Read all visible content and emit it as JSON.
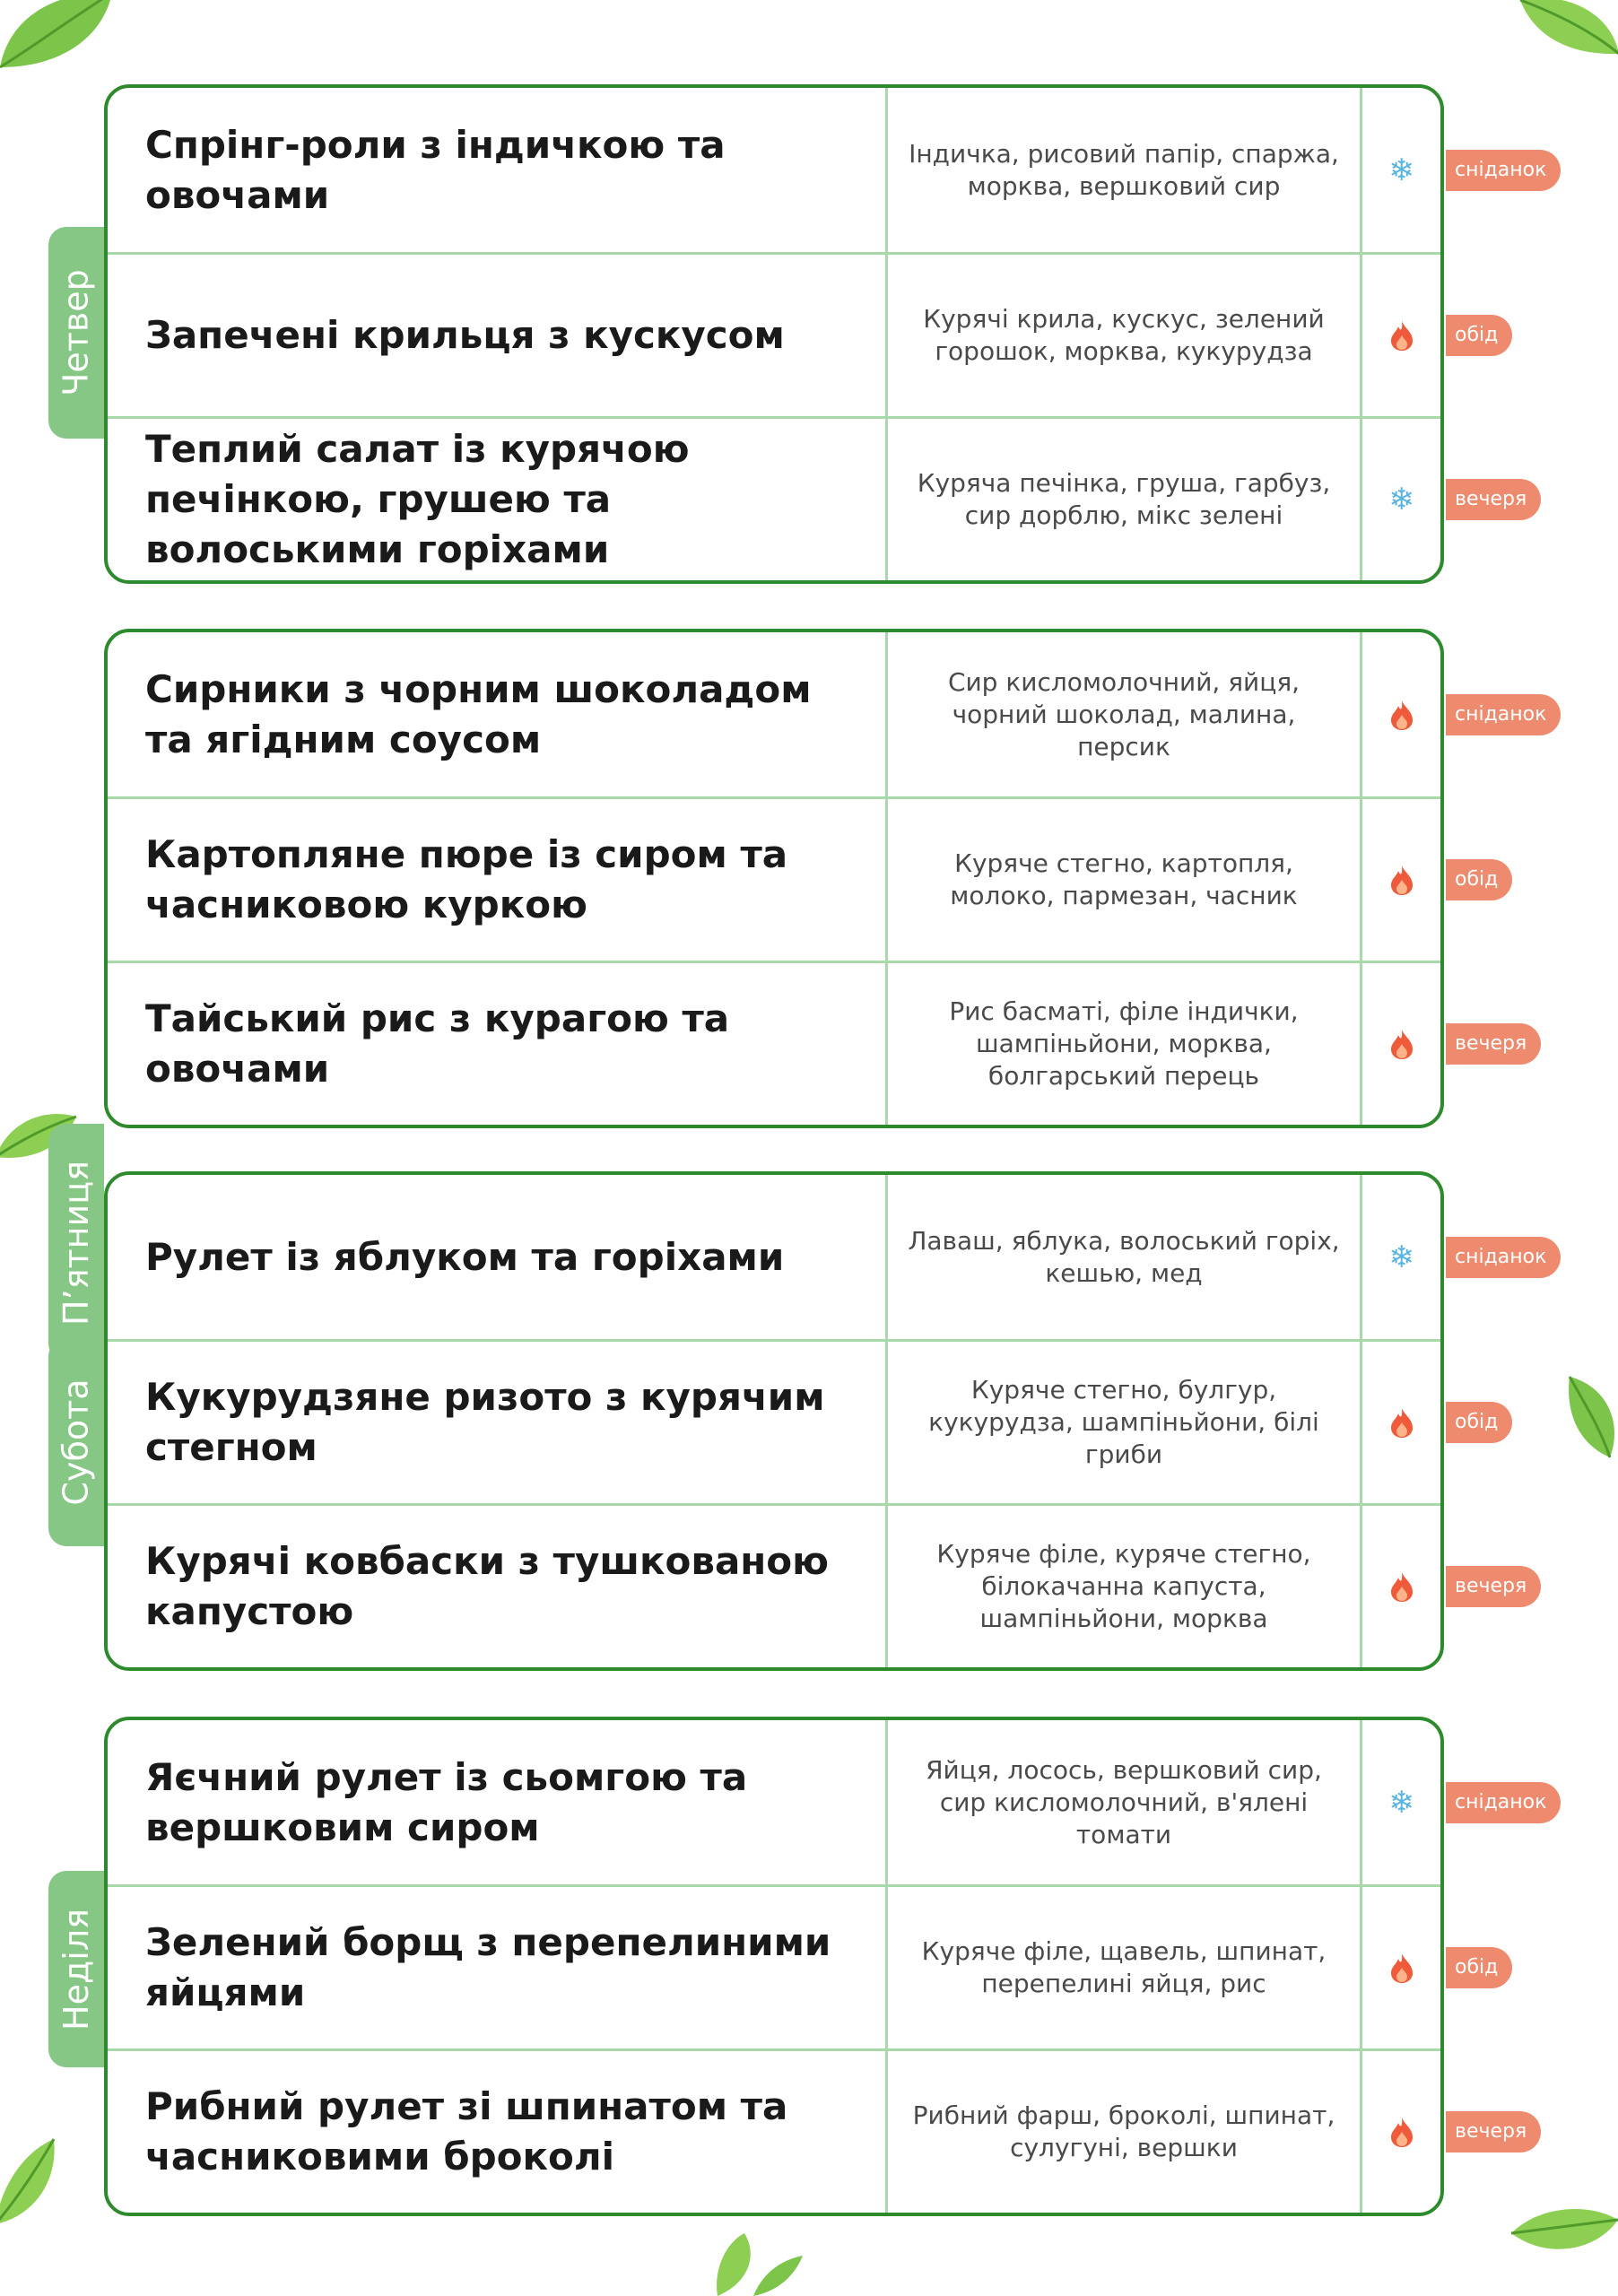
{
  "days": [
    {
      "name": "Четвер",
      "meals": [
        {
          "dish": "Спрінг-роли з індичкою та овочами",
          "ingredients": "Індичка, рисовий папір, спаржа, морква, вершковий сир",
          "icon": "snowflake-icon",
          "meal_type": "сніданок"
        },
        {
          "dish": "Запечені крильця з кускусом",
          "ingredients": "Курячі крила, кускус, зелений горошок, морква, кукурудза",
          "icon": "fire-icon",
          "meal_type": "обід"
        },
        {
          "dish": "Теплий салат із курячою печінкою, грушею та волоськими горіхами",
          "ingredients": "Куряча печінка, груша, гарбуз, сир дорблю, мікс зелені",
          "icon": "snowflake-icon",
          "meal_type": "вечеря"
        }
      ]
    },
    {
      "name": "П’ятниця",
      "meals": [
        {
          "dish": "Сирники з чорним шоколадом та ягідним соусом",
          "ingredients": "Сир кисломолочний, яйця, чорний шоколад, малина, персик",
          "icon": "fire-icon",
          "meal_type": "сніданок"
        },
        {
          "dish": "Картопляне пюре із сиром та часниковою куркою",
          "ingredients": "Куряче стегно, картопля, молоко, пармезан, часник",
          "icon": "fire-icon",
          "meal_type": "обід"
        },
        {
          "dish": "Тайський рис з курагою та овочами",
          "ingredients": "Рис басматі, філе індички, шампіньйони, морква, болгарський перець",
          "icon": "fire-icon",
          "meal_type": "вечеря"
        }
      ]
    },
    {
      "name": "Субота",
      "meals": [
        {
          "dish": "Рулет із яблуком та горіхами",
          "ingredients": "Лаваш, яблука, волоський горіх, кешью, мед",
          "icon": "snowflake-icon",
          "meal_type": "сніданок"
        },
        {
          "dish": "Кукурудзяне ризото з курячим стегном",
          "ingredients": "Куряче стегно, булгур, кукурудза, шампіньйони, білі гриби",
          "icon": "fire-icon",
          "meal_type": "обід"
        },
        {
          "dish": "Курячі ковбаски з тушкованою капустою",
          "ingredients": "Куряче філе, куряче стегно, білокачанна капуста, шампіньйони, морква",
          "icon": "fire-icon",
          "meal_type": "вечеря"
        }
      ]
    },
    {
      "name": "Неділя",
      "meals": [
        {
          "dish": "Яєчний рулет із сьомгою та вершковим сиром",
          "ingredients": "Яйця, лосось, вершковий сир, сир кисломолочний, в'ялені томати",
          "icon": "snowflake-icon",
          "meal_type": "сніданок"
        },
        {
          "dish": "Зелений борщ з перепелиними яйцями",
          "ingredients": "Куряче філе, щавель, шпинат, перепелині яйця, рис",
          "icon": "fire-icon",
          "meal_type": "обід"
        },
        {
          "dish": "Рибний рулет зі шпинатом та часниковими броколі",
          "ingredients": "Рибний фарш, броколі, шпинат, сулугуні, вершки",
          "icon": "fire-icon",
          "meal_type": "вечеря"
        }
      ]
    }
  ],
  "colors": {
    "border": "#2d8a2d",
    "divider": "#a9d8a9",
    "day_label_bg": "#86c786",
    "meal_tag_bg": "#ee8b6f",
    "snowflake": "#5ab4e0",
    "fire": "#ef5a3a"
  }
}
